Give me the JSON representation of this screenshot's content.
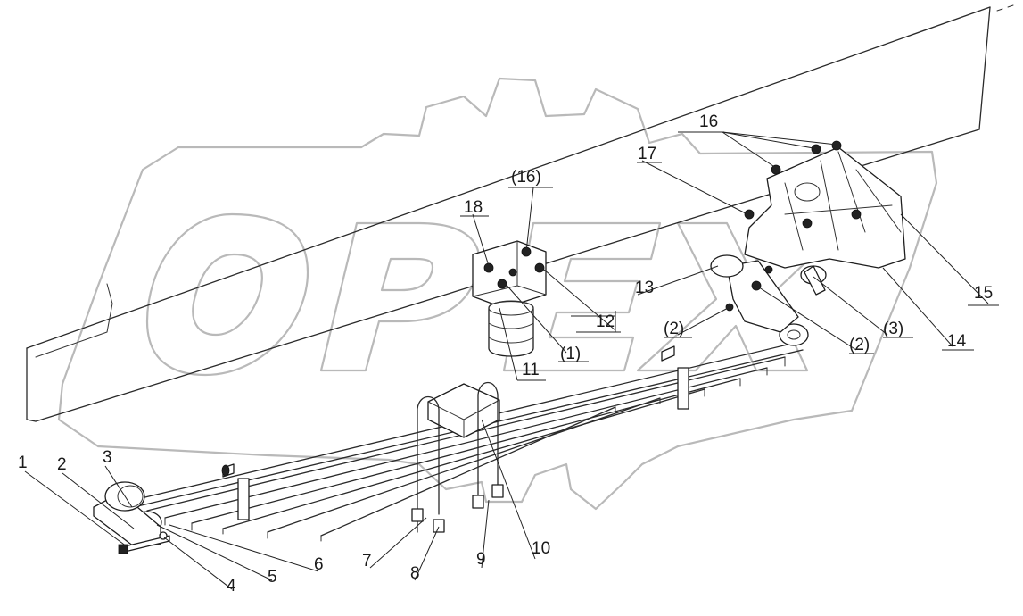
{
  "watermark": {
    "text": "OPEX"
  },
  "callouts": [
    {
      "id": "c1",
      "label": "1"
    },
    {
      "id": "c2",
      "label": "2"
    },
    {
      "id": "c3",
      "label": "3"
    },
    {
      "id": "c4",
      "label": "4"
    },
    {
      "id": "c5",
      "label": "5"
    },
    {
      "id": "c6",
      "label": "6"
    },
    {
      "id": "c7",
      "label": "7"
    },
    {
      "id": "c8",
      "label": "8"
    },
    {
      "id": "c9",
      "label": "9"
    },
    {
      "id": "c10",
      "label": "10"
    },
    {
      "id": "c11",
      "label": "11"
    },
    {
      "id": "c12",
      "label": "12"
    },
    {
      "id": "c13",
      "label": "13"
    },
    {
      "id": "c14",
      "label": "14"
    },
    {
      "id": "c15",
      "label": "15"
    },
    {
      "id": "c16",
      "label": "16"
    },
    {
      "id": "c17",
      "label": "17"
    },
    {
      "id": "c18",
      "label": "18"
    },
    {
      "id": "c16b",
      "label": "(16)"
    },
    {
      "id": "c1b",
      "label": "(1)"
    },
    {
      "id": "c2a",
      "label": "(2)"
    },
    {
      "id": "c2b",
      "label": "(2)"
    },
    {
      "id": "c3b",
      "label": "(3)"
    }
  ]
}
